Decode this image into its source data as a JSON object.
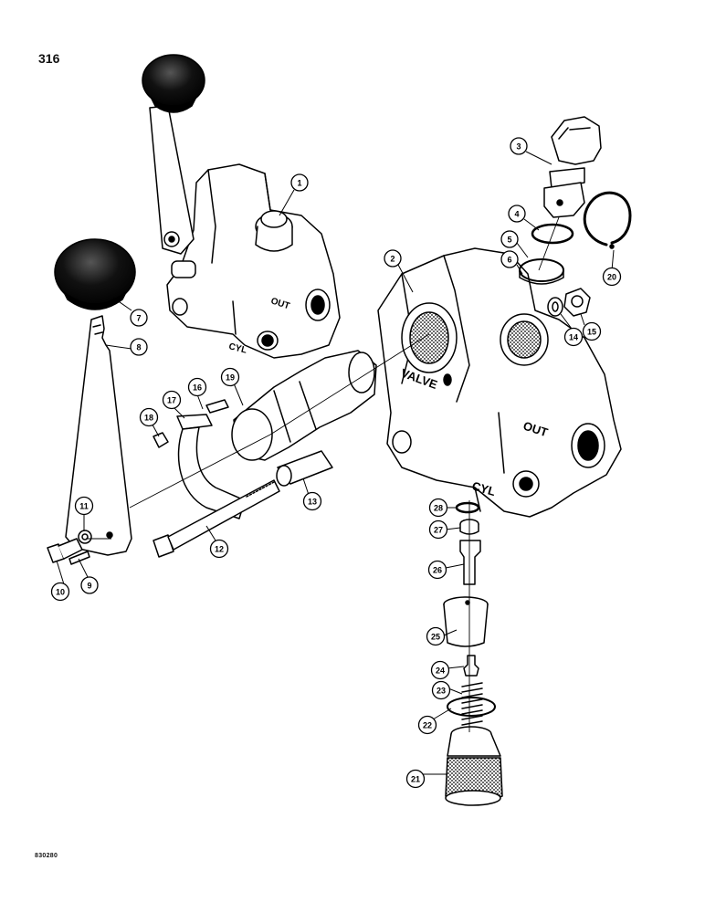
{
  "page_number": "316",
  "figure_code": "830280",
  "casting_labels": {
    "valve": "VALVE",
    "out_small": "OUT",
    "cyl_small": "CYL",
    "out_large": "OUT",
    "cyl_large": "CYL"
  },
  "callouts": [
    "1",
    "2",
    "3",
    "4",
    "5",
    "6",
    "7",
    "8",
    "9",
    "10",
    "11",
    "12",
    "13",
    "14",
    "15",
    "16",
    "17",
    "18",
    "19",
    "20",
    "21",
    "22",
    "23",
    "24",
    "25",
    "26",
    "27",
    "28"
  ]
}
